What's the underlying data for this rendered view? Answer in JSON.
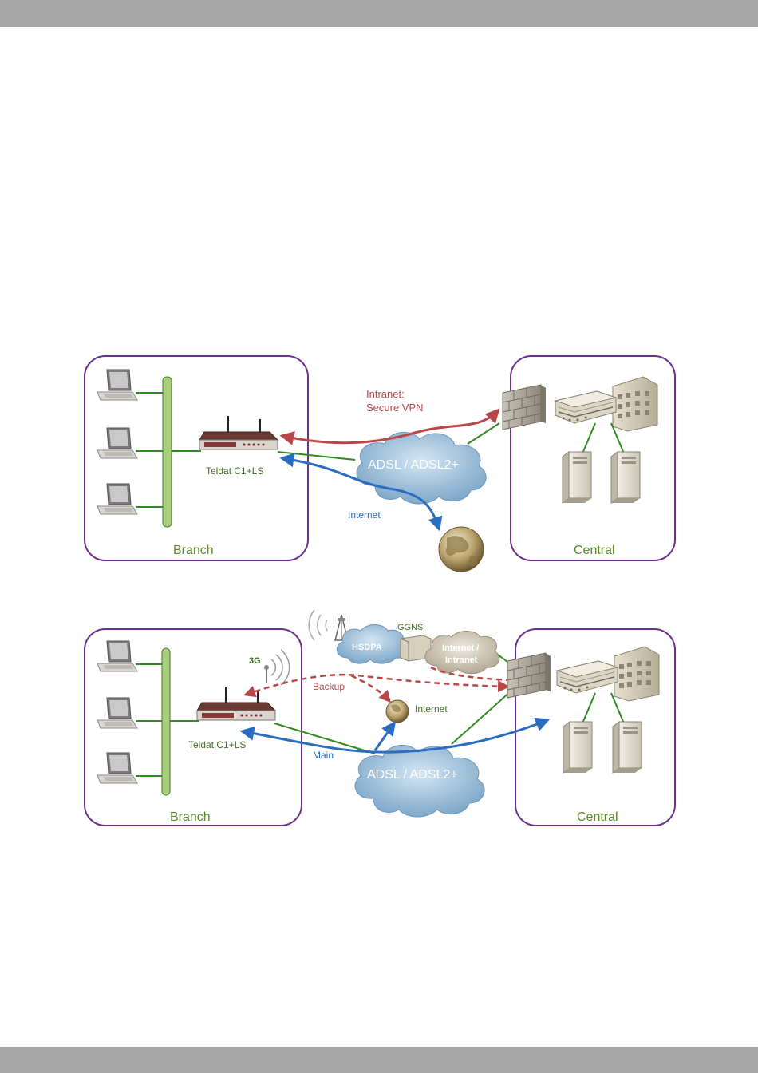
{
  "diagram1": {
    "branch_label": "Branch",
    "central_label": "Central",
    "router_label": "Teldat C1+LS",
    "intranet_label_line1": "Intranet:",
    "intranet_label_line2": "Secure VPN",
    "cloud_label": "ADSL / ADSL2+",
    "internet_label": "Internet"
  },
  "diagram2": {
    "branch_label": "Branch",
    "central_label": "Central",
    "router_label": "Teldat C1+LS",
    "g3_label": "3G",
    "hsdpa_label": "HSDPA",
    "ggns_label": "GGNS",
    "internet_intranet_line1": "Internet /",
    "internet_intranet_line2": "Intranet",
    "backup_label": "Backup",
    "internet_label": "Internet",
    "main_label": "Main",
    "cloud_label": "ADSL / ADSL2+"
  },
  "colors": {
    "frame": "#6a2f8f",
    "label_green": "#5a8a2a",
    "link_green": "#2e8b1e",
    "vpn_red": "#b84848",
    "internet_blue": "#2a6cc0",
    "cloud": "#8fb6d6",
    "band_gray": "#a6a6a6"
  }
}
